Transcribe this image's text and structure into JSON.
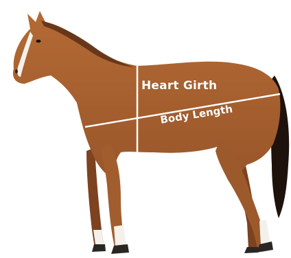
{
  "diagram": {
    "subject_icon": "horse-illustration",
    "colors": {
      "coat": "#a8612f",
      "coat_shadow": "#7d4220",
      "mane_tail": "#1e120c",
      "hoof": "#2a2624",
      "white_markings": "#f4f1ec",
      "measurement_line": "#ffffff"
    },
    "labels": {
      "heart_girth": "Heart Girth",
      "body_length": "Body Length"
    }
  }
}
